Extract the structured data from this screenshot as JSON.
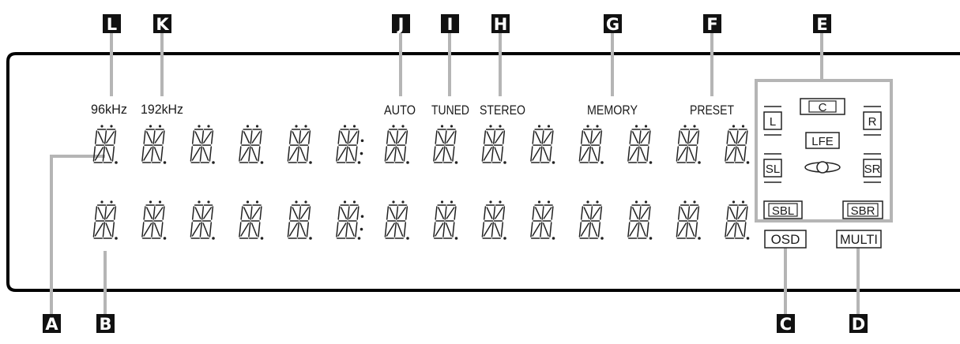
{
  "callouts": {
    "A": "A",
    "B": "B",
    "C": "C",
    "D": "D",
    "E": "E",
    "F": "F",
    "G": "G",
    "H": "H",
    "I": "I",
    "J": "J",
    "K": "K",
    "L": "L"
  },
  "indicators": {
    "hz96": "96kHz",
    "hz192": "192kHz",
    "auto": "AUTO",
    "tuned": "TUNED",
    "stereo": "STEREO",
    "memory": "MEMORY",
    "preset": "PRESET",
    "osd": "OSD",
    "multi": "MULTI"
  },
  "speakers": {
    "L": "L",
    "C": "C",
    "R": "R",
    "LFE": "LFE",
    "SL": "SL",
    "SR": "SR",
    "SBL": "SBL",
    "SBR": "SBR"
  },
  "display": {
    "rows": 2,
    "chars_per_row": 14,
    "colon_after_char": 6
  },
  "colors": {
    "frame": "#000000",
    "leader": "#b5b5b5",
    "segment": "#222222",
    "callout_bg": "#111111"
  }
}
